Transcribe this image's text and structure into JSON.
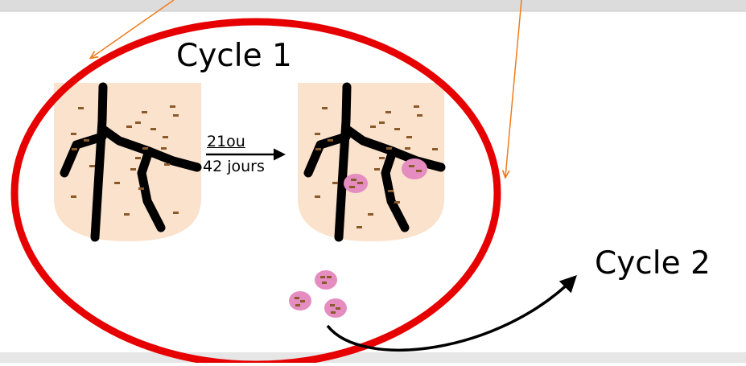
{
  "labels": {
    "cycle_1": "Cycle 1",
    "cycle_2": "Cycle 2",
    "duration_top": "21ou",
    "duration_bottom": "42 jours"
  },
  "colors": {
    "ellipse": "#e60000",
    "tissue": "#fbe2cc",
    "vessel": "#000000",
    "speck": "#8b5a2b",
    "cell": "#e58cc0",
    "pointer": "#ee7d1d",
    "arrow": "#000000",
    "top_bar": "#dcdcdc",
    "bottom_bar": "#e6e6e6"
  }
}
